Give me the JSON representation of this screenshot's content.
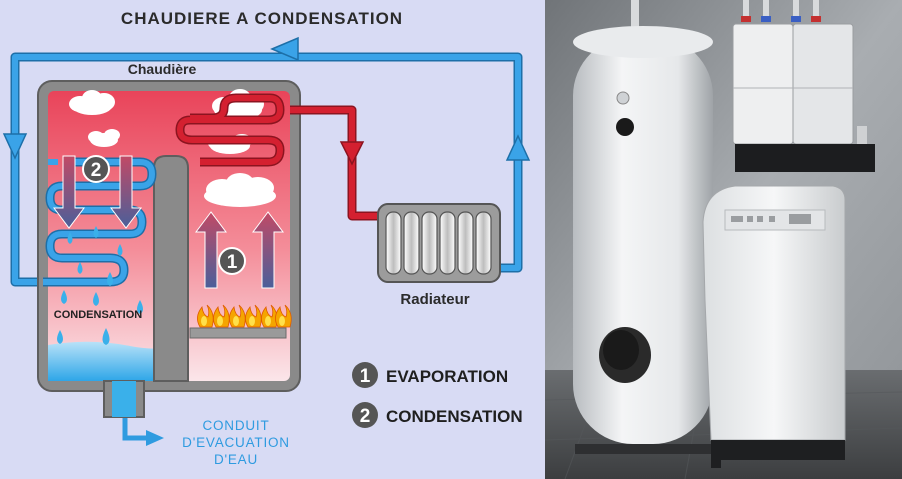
{
  "title": "CHAUDIERE A CONDENSATION",
  "labels": {
    "boiler": "Chaudière",
    "radiator": "Radiateur",
    "condensation_zone": "CONDENSATION",
    "drain_line1": "CONDUIT",
    "drain_line2": "D'EVACUATION",
    "drain_line3": "D'EAU"
  },
  "step_markers": {
    "evaporation": "1",
    "condensation": "2"
  },
  "legend": [
    {
      "number": "1",
      "text": "EVAPORATION"
    },
    {
      "number": "2",
      "text": "CONDENSATION"
    }
  ],
  "colors": {
    "background": "#d8dbf4",
    "cold_pipe": "#3aa3e8",
    "hot_pipe": "#d42030",
    "boiler_wall": "#8a8a8a",
    "flue_gas": "#f0707c",
    "water": "#3ab0ea",
    "marker": "#555555"
  }
}
